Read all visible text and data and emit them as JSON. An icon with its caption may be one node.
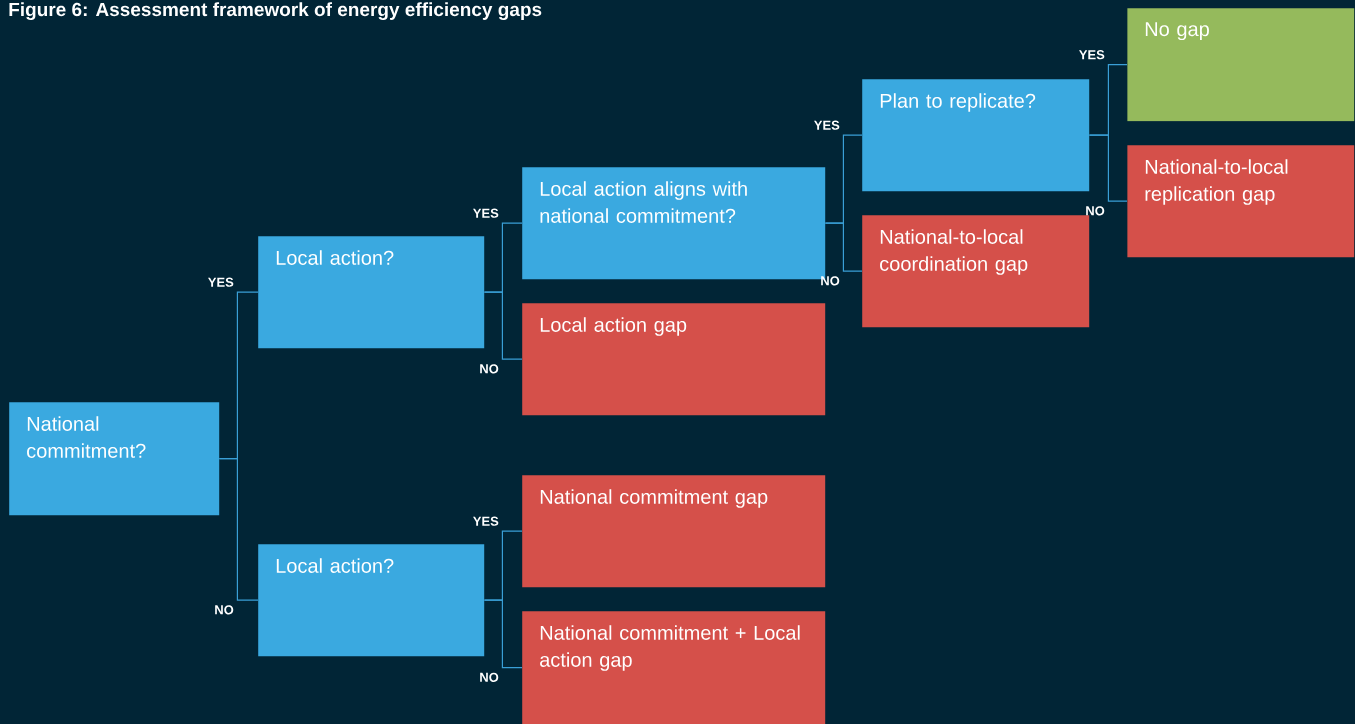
{
  "diagram": {
    "title": "Figure 6: Assessment framework of energy efficiency gaps",
    "nodes": [
      {
        "text": [
          "National commitment?"
        ]
      },
      {
        "text": [
          "Local action?"
        ]
      },
      {
        "text": [
          "Local action?"
        ]
      },
      {
        "text": [
          "Local action aligns with national commitment?"
        ]
      },
      {
        "text": [
          "Local action gap"
        ]
      },
      {
        "text": [
          "National commitment gap"
        ]
      },
      {
        "text": [
          "National commitment + Local action gap"
        ]
      },
      {
        "text": [
          "Plan to replicate?"
        ]
      },
      {
        "text": [
          "National-to-local coordination gap"
        ]
      },
      {
        "text": [
          "No gap"
        ]
      },
      {
        "text": [
          "National-to-local replication gap"
        ]
      }
    ],
    "edges": [
      {
        "from": 0,
        "to": 1,
        "arrow": "none",
        "label": "YES"
      },
      {
        "from": 0,
        "to": 2,
        "arrow": "none",
        "label": "NO"
      },
      {
        "from": 1,
        "to": 3,
        "arrow": "none",
        "label": "YES"
      },
      {
        "from": 1,
        "to": 4,
        "arrow": "none",
        "label": "NO"
      },
      {
        "from": 2,
        "to": 5,
        "arrow": "none",
        "label": "YES"
      },
      {
        "from": 2,
        "to": 6,
        "arrow": "none",
        "label": "NO"
      },
      {
        "from": 3,
        "to": 7,
        "arrow": "none",
        "label": "YES"
      },
      {
        "from": 3,
        "to": 8,
        "arrow": "none",
        "label": "NO"
      },
      {
        "from": 7,
        "to": 9,
        "arrow": "none",
        "label": "YES"
      },
      {
        "from": 7,
        "to": 10,
        "arrow": "none",
        "label": "NO"
      }
    ]
  }
}
